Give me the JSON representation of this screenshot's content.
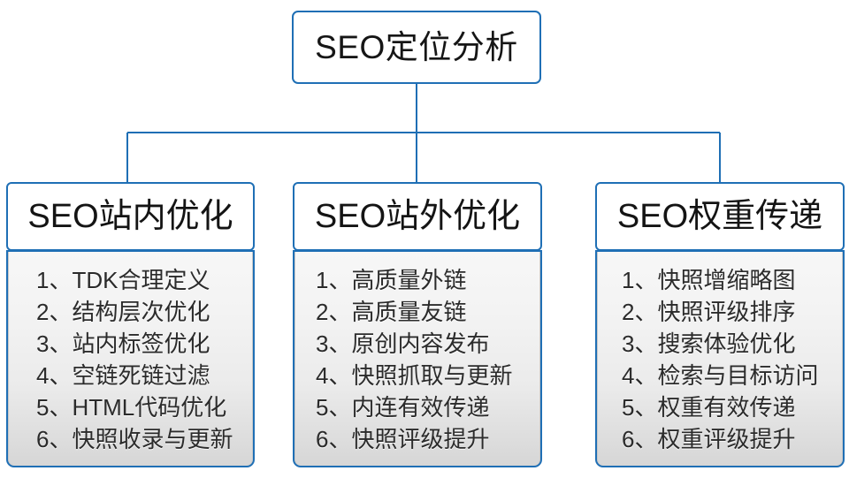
{
  "diagram": {
    "type": "organizational-tree",
    "accent_color": "#1f6fb5",
    "text_color": "#1a1a1a",
    "panel_background": "#ededed",
    "root": {
      "label": "SEO定位分析"
    },
    "branches": [
      {
        "header": "SEO站内优化",
        "items": [
          "1、TDK合理定义",
          "2、结构层次优化",
          "3、站内标签优化",
          "4、空链死链过滤",
          "5、HTML代码优化",
          "6、快照收录与更新"
        ]
      },
      {
        "header": "SEO站外优化",
        "items": [
          "1、高质量外链",
          "2、高质量友链",
          "3、原创内容发布",
          "4、快照抓取与更新",
          "5、内连有效传递",
          "6、快照评级提升"
        ]
      },
      {
        "header": "SEO权重传递",
        "items": [
          "1、快照增缩略图",
          "2、快照评级排序",
          "3、搜索体验优化",
          "4、检索与目标访问",
          "5、权重有效传递",
          "6、权重评级提升"
        ]
      }
    ]
  }
}
